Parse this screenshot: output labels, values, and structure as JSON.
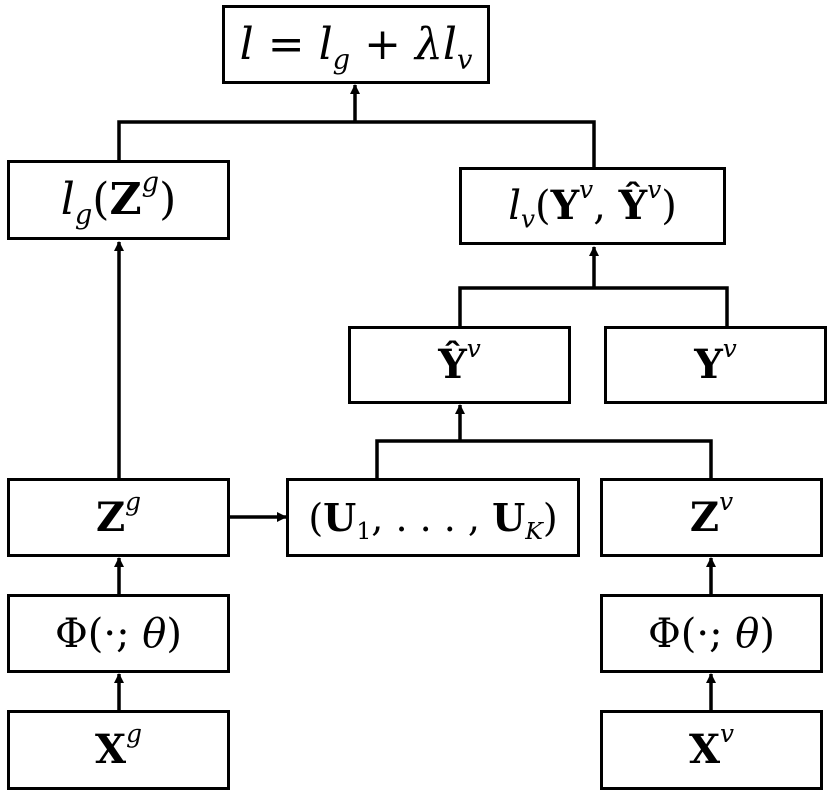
{
  "nodes": {
    "total_loss": {
      "text": "l = l_g + λl_v",
      "html": "<i>l</i> = <i>l</i><sub><i>g</i></sub> + <i>λ</i><i>l</i><sub><i>v</i></sub>"
    },
    "graph_loss": {
      "text": "l_g(Z^g)",
      "html": "<i>l</i><sub><i>g</i></sub>(<b>Z</b><sup><i>g</i></sup>)"
    },
    "view_loss": {
      "text": "l_v(Y^v, Ŷ^v)",
      "html": "<i>l</i><sub><i>v</i></sub>(<b>Y</b><sup><i>v</i></sup>, <b>Ŷ</b><sup><i>v</i></sup>)"
    },
    "y_hat_v": {
      "text": "Ŷ^v",
      "html": "<b>Ŷ</b><sup><i>v</i></sup>"
    },
    "y_v": {
      "text": "Y^v",
      "html": "<b>Y</b><sup><i>v</i></sup>"
    },
    "z_g": {
      "text": "Z^g",
      "html": "<b>Z</b><sup><i>g</i></sup>"
    },
    "u_set": {
      "text": "(U_1, . . . , U_K)",
      "html": "(<b>U</b><sub>1</sub>, . . . , <b>U</b><sub><i>K</i></sub>)"
    },
    "z_v": {
      "text": "Z^v",
      "html": "<b>Z</b><sup><i>v</i></sup>"
    },
    "phi_g": {
      "text": "Φ(·; θ)",
      "html": "Φ(·; <i>θ</i>)"
    },
    "phi_v": {
      "text": "Φ(·; θ)",
      "html": "Φ(·; <i>θ</i>)"
    },
    "x_g": {
      "text": "X^g",
      "html": "<b>X</b><sup><i>g</i></sup>"
    },
    "x_v": {
      "text": "X^v",
      "html": "<b>X</b><sup><i>v</i></sup>"
    }
  },
  "edges": [
    {
      "from": "x_g",
      "to": "phi_g"
    },
    {
      "from": "phi_g",
      "to": "z_g"
    },
    {
      "from": "z_g",
      "to": "graph_loss"
    },
    {
      "from": "z_g",
      "to": "u_set"
    },
    {
      "from": "x_v",
      "to": "phi_v"
    },
    {
      "from": "phi_v",
      "to": "z_v"
    },
    {
      "from": "u_set",
      "to": "y_hat_v"
    },
    {
      "from": "z_v",
      "to": "y_hat_v"
    },
    {
      "from": "y_hat_v",
      "to": "view_loss"
    },
    {
      "from": "y_v",
      "to": "view_loss"
    },
    {
      "from": "graph_loss",
      "to": "total_loss"
    },
    {
      "from": "view_loss",
      "to": "total_loss"
    }
  ]
}
